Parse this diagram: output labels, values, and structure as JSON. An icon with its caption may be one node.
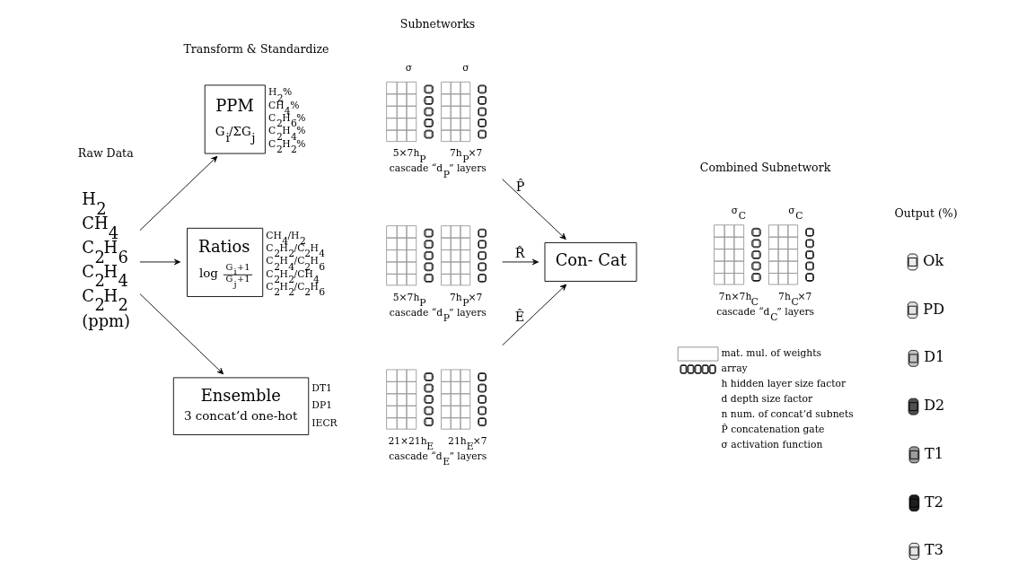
{
  "diagram": {
    "nodes": [
      {
        "text": [
          "H$_{2}$",
          "CH$_{4}$",
          "C$_{2}$H$_{6}$",
          "C$_{2}$H$_{4}$",
          "C$_{2}$H$_{2}$",
          "(ppm)"
        ]
      },
      {
        "text": [
          "PPM",
          "G$_{i}$/ΣG$_{j}$"
        ],
        "beside": [
          "H$_{2}$%",
          "CH$_{4}$%",
          "C$_{2}$H$_{6}$%",
          "C$_{2}$H$_{4}$%",
          "C$_{2}$H$_{2}$%"
        ]
      },
      {
        "text": [
          "Ratios",
          "log",
          "G$_{i}$+1",
          "G$_{j}$+1"
        ],
        "beside": [
          "CH$_{4}$/H$_{2}$",
          "C$_{2}$H$_{2}$/C$_{2}$H$_{4}$",
          "C$_{2}$H$_{4}$/C$_{2}$H$_{6}$",
          "C$_{2}$H$_{2}$/CH$_{4}$",
          "C$_{2}$H$_{2}$/C$_{2}$H$_{6}$"
        ]
      },
      {
        "text": [
          "Ensemble",
          "3 concat’d one-hot"
        ],
        "beside": [
          "DT1",
          "DP1",
          "IECR"
        ]
      },
      {
        "text": [],
        "shape": "picture",
        "beside": [
          "σ",
          "σ",
          "5×7h$_{P}$",
          "7h$_{P}$×7",
          "cascade “d$_{P}$” layers"
        ]
      },
      {
        "text": [],
        "shape": "picture",
        "beside": [
          "5×7h$_{P}$",
          "7h$_{P}$×7",
          "cascade “d$_{P}$” layers"
        ]
      },
      {
        "text": [],
        "shape": "picture",
        "beside": [
          "21×21h$_{E}$",
          "21h$_{E}$×7",
          "cascade “d$_{E}$” layers"
        ]
      },
      {
        "text": [
          "Con- Cat"
        ]
      },
      {
        "text": [],
        "shape": "picture",
        "beside": [
          "σ$_{C}$",
          "σ$_{C}$",
          "7n×7h$_{C}$",
          "7h$_{C}$×7",
          "cascade “d$_{C}$” layers"
        ]
      },
      {
        "text": [
          "Ok"
        ]
      },
      {
        "text": [
          "PD"
        ]
      },
      {
        "text": [
          "D1"
        ]
      },
      {
        "text": [
          "D2"
        ]
      },
      {
        "text": [
          "T1"
        ]
      },
      {
        "text": [
          "T2"
        ]
      },
      {
        "text": [
          "T3"
        ]
      }
    ],
    "edges": [
      {
        "from": 0,
        "to": 1,
        "arrow": "to"
      },
      {
        "from": 0,
        "to": 2,
        "arrow": "to"
      },
      {
        "from": 0,
        "to": 3,
        "arrow": "to"
      },
      {
        "from": 4,
        "to": 7,
        "arrow": "to",
        "label": "P̂"
      },
      {
        "from": 5,
        "to": 7,
        "arrow": "to",
        "label": "R̂"
      },
      {
        "from": 6,
        "to": 7,
        "arrow": "to",
        "label": "Ê"
      }
    ],
    "labels": [
      "Raw Data",
      "Transform & Standardize",
      "Subnetworks",
      "Combined Subnetwork",
      "Output (%)"
    ],
    "legend": [
      {
        "text": "mat. mul. of weights"
      },
      {
        "text": "array"
      },
      {
        "text": "h hidden layer size factor"
      },
      {
        "text": "d depth size factor"
      },
      {
        "text": "n num. of concat’d subnets"
      },
      {
        "text": "P̂ concatenation gate"
      },
      {
        "text": "σ activation function"
      }
    ]
  }
}
